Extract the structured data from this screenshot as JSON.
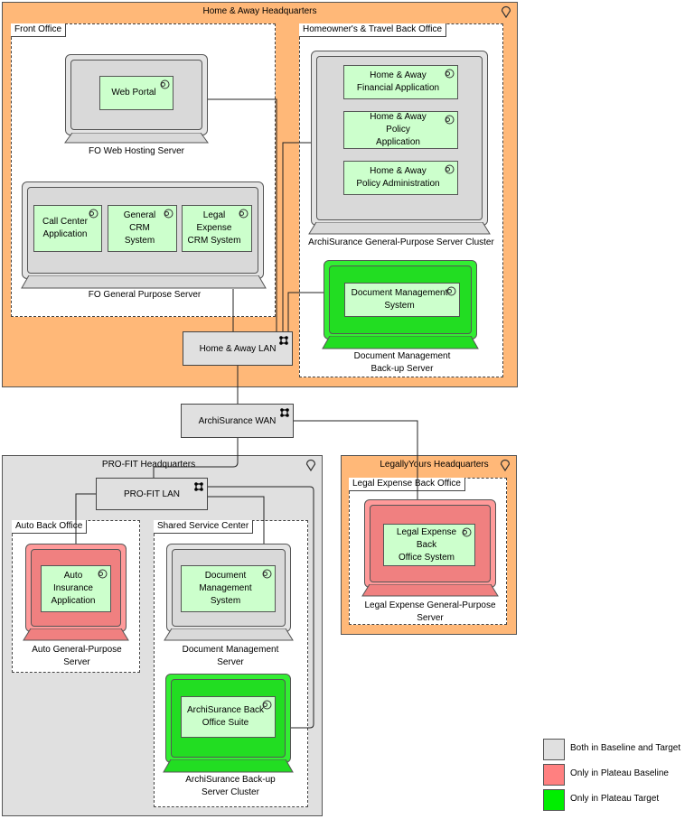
{
  "headquarters": {
    "home_away": "Home & Away Headquarters",
    "profit": "PRO-FIT Headquarters",
    "legallyyours": "LegallyYours Headquarters"
  },
  "groups": {
    "front_office": "Front Office",
    "homeowners_back_office": "Homeowner's & Travel Back Office",
    "auto_back_office": "Auto Back Office",
    "shared_service_center": "Shared Service Center",
    "legal_back_office": "Legal Expense Back Office"
  },
  "devices": {
    "fo_web": "FO Web Hosting Server",
    "fo_general": "FO General Purpose Server",
    "archi_cluster": "ArchiSurance General-Purpose Server Cluster",
    "doc_backup": "Document Management\nBack-up Server",
    "auto_server": "Auto General-Purpose\nServer",
    "doc_server": "Document Management\nServer",
    "archi_backup": "ArchiSurance Back-up\nServer Cluster",
    "legal_server": "Legal Expense General-Purpose\nServer"
  },
  "apps": {
    "web_portal": "Web Portal",
    "call_center": "Call Center\nApplication",
    "general_crm": "General CRM\nSystem",
    "legal_crm": "Legal\nExpense\nCRM System",
    "financial": "Home & Away\nFinancial Application",
    "policy": "Home & Away\nPolicy\nApplication",
    "policy_admin": "Home & Away\nPolicy Administration",
    "doc_mgmt_backup": "Document Management\nSystem",
    "auto_ins": "Auto\nInsurance\nApplication",
    "doc_mgmt": "Document\nManagement\nSystem",
    "archi_back_office": "ArchiSurance Back\nOffice Suite",
    "legal_back_office_system": "Legal Expense\nBack\nOffice System"
  },
  "networks": {
    "home_away_lan": "Home & Away LAN",
    "archi_wan": "ArchiSurance WAN",
    "profit_lan": "PRO-FIT LAN"
  },
  "legend": [
    {
      "label": "Both in Baseline and Target",
      "color": "#e0e0e0"
    },
    {
      "label": "Only in Plateau Baseline",
      "color": "#ff8080"
    },
    {
      "label": "Only in Plateau Target",
      "color": "#00ee00"
    }
  ],
  "colors": {
    "grey": "#e0e0e0",
    "red": "#ff8080",
    "green": "#00ee00",
    "orange": "#ffb878",
    "app": "#ccffcc"
  }
}
